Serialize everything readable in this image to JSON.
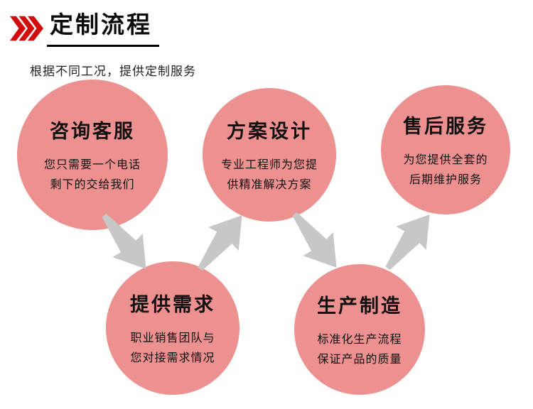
{
  "header": {
    "title": "定制流程",
    "subtitle": "根据不同工况，提供定制服务",
    "icon": "fast-forward-triple-chevron"
  },
  "steps": [
    {
      "id": "consult",
      "title": "咨询客服",
      "desc": "您只需要一个电话\n剩下的交给我们"
    },
    {
      "id": "requirements",
      "title": "提供需求",
      "desc": "职业销售团队与\n您对接需求情况"
    },
    {
      "id": "design",
      "title": "方案设计",
      "desc": "专业工程师为您提\n供精准解决方案"
    },
    {
      "id": "production",
      "title": "生产制造",
      "desc": "标准化生产流程\n保证产品的质量"
    },
    {
      "id": "aftersales",
      "title": "售后服务",
      "desc": "为您提供全套的\n后期维护服务"
    }
  ],
  "colors": {
    "accent_red": "#d20b0b",
    "circle_fill": "#ec9090",
    "arrow_gray": "#c7c7c7",
    "title_underline": "#000000"
  }
}
